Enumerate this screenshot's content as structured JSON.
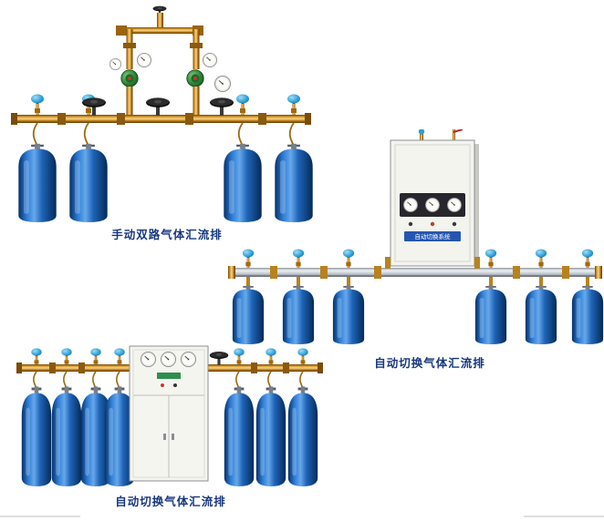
{
  "figures": [
    {
      "id": "manual-dual-manifold",
      "caption": "手动双路气体汇流排"
    },
    {
      "id": "auto-switch-manifold-wall",
      "caption": "自动切换气体汇流排",
      "cabinet_label": "自动切换系统"
    },
    {
      "id": "auto-switch-manifold-floor",
      "caption": "自动切换气体汇流排"
    }
  ],
  "colors": {
    "caption_text": "#17377e",
    "brass": "#c8860f",
    "cylinder_blue": "#1f64b8",
    "cap_blue": "#2e9fd8",
    "silver_pipe": "#c2c9d0",
    "cabinet": "#f4f4ef",
    "background": "#ffffff"
  }
}
